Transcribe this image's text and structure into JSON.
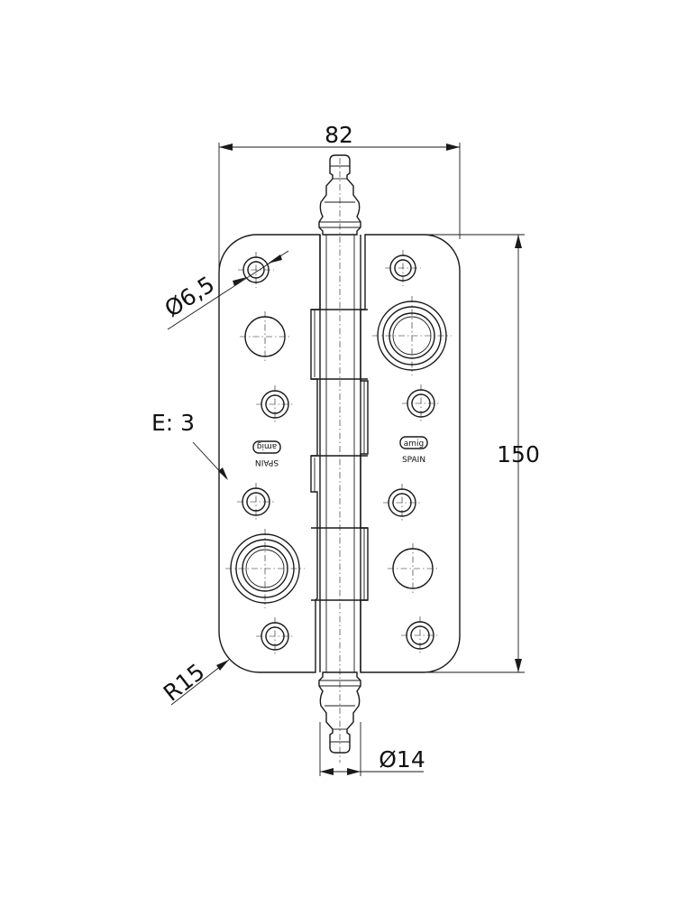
{
  "dimensions": {
    "width_label": "82",
    "height_label": "150",
    "hole_diameter_label": "Ø6,5",
    "thickness_label": "E: 3",
    "radius_label": "R15",
    "pin_diameter_label": "Ø14"
  },
  "marking": {
    "brand_text": "amig",
    "country_text": "SPAIN"
  },
  "colors": {
    "line": "#1a1a1a",
    "background": "#ffffff"
  }
}
